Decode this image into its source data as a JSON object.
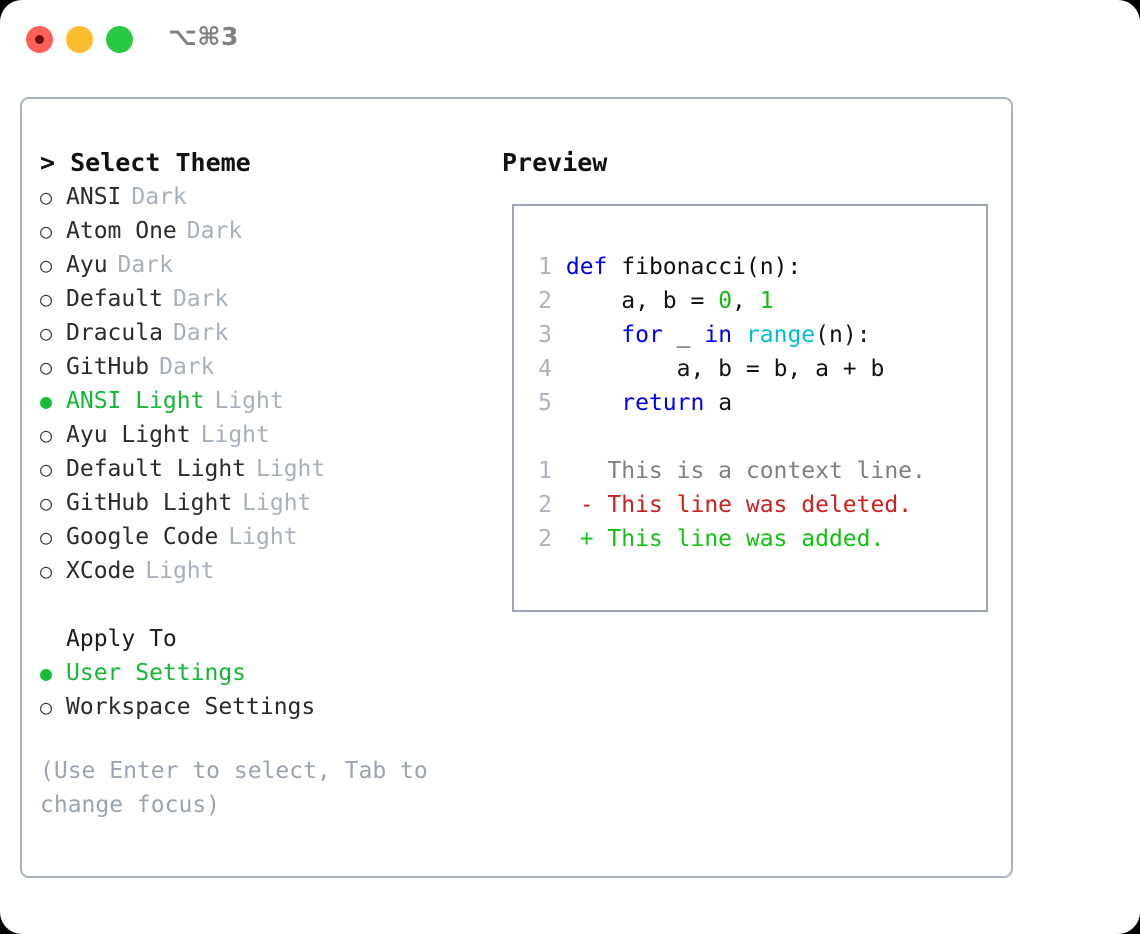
{
  "titlebar": {
    "shortcut": "⌥⌘3",
    "buttons": [
      {
        "name": "close",
        "color": "#fc6058"
      },
      {
        "name": "minimize",
        "color": "#fdbc2f"
      },
      {
        "name": "maximize",
        "color": "#27c940"
      }
    ]
  },
  "theme_picker": {
    "heading": "> Select Theme",
    "bullet_selected": "●",
    "bullet_unselected": "○",
    "items": [
      {
        "label": "ANSI",
        "kind": "Dark",
        "selected": false
      },
      {
        "label": "Atom One",
        "kind": "Dark",
        "selected": false
      },
      {
        "label": "Ayu",
        "kind": "Dark",
        "selected": false
      },
      {
        "label": "Default",
        "kind": "Dark",
        "selected": false
      },
      {
        "label": "Dracula",
        "kind": "Dark",
        "selected": false
      },
      {
        "label": "GitHub",
        "kind": "Dark",
        "selected": false
      },
      {
        "label": "ANSI Light",
        "kind": "Light",
        "selected": true
      },
      {
        "label": "Ayu Light",
        "kind": "Light",
        "selected": false
      },
      {
        "label": "Default Light",
        "kind": "Light",
        "selected": false
      },
      {
        "label": "GitHub Light",
        "kind": "Light",
        "selected": false
      },
      {
        "label": "Google Code",
        "kind": "Light",
        "selected": false
      },
      {
        "label": "XCode",
        "kind": "Light",
        "selected": false
      }
    ]
  },
  "apply_to": {
    "heading": "Apply To",
    "options": [
      {
        "label": "User Settings",
        "selected": true
      },
      {
        "label": "Workspace Settings",
        "selected": false
      }
    ]
  },
  "hint": "(Use Enter to select, Tab to change focus)",
  "preview": {
    "heading": "Preview",
    "code_lines": [
      {
        "num": "1",
        "tokens": [
          {
            "t": "def",
            "c": "kw"
          },
          {
            "t": " ",
            "c": "plain"
          },
          {
            "t": "fibonacci(n):",
            "c": "fn"
          }
        ]
      },
      {
        "num": "2",
        "tokens": [
          {
            "t": "    a, b = ",
            "c": "plain"
          },
          {
            "t": "0",
            "c": "num"
          },
          {
            "t": ", ",
            "c": "plain"
          },
          {
            "t": "1",
            "c": "num"
          }
        ]
      },
      {
        "num": "3",
        "tokens": [
          {
            "t": "    ",
            "c": "plain"
          },
          {
            "t": "for",
            "c": "kw"
          },
          {
            "t": " _ ",
            "c": "plain"
          },
          {
            "t": "in",
            "c": "kw"
          },
          {
            "t": " ",
            "c": "plain"
          },
          {
            "t": "range",
            "c": "builtin"
          },
          {
            "t": "(n):",
            "c": "plain"
          }
        ]
      },
      {
        "num": "4",
        "tokens": [
          {
            "t": "        a, b = b, a + b",
            "c": "plain"
          }
        ]
      },
      {
        "num": "5",
        "tokens": [
          {
            "t": "    ",
            "c": "plain"
          },
          {
            "t": "return",
            "c": "kw"
          },
          {
            "t": " a",
            "c": "plain"
          }
        ]
      }
    ],
    "diff_lines": [
      {
        "num": "1",
        "marker": " ",
        "text": "This is a context line.",
        "kind": "context"
      },
      {
        "num": "2",
        "marker": "-",
        "text": "This line was deleted.",
        "kind": "del"
      },
      {
        "num": "2",
        "marker": "+",
        "text": "This line was added.",
        "kind": "add"
      }
    ]
  },
  "colors": {
    "accent_green": "#16b637",
    "muted": "#a7b0bb",
    "hint": "#9aa4b1",
    "keyword_blue": "#0000ee",
    "builtin_cyan": "#00bcd0",
    "number_green": "#11bb11",
    "diff_add": "#13c013",
    "diff_del": "#cc1f1f",
    "panel_border": "#a8b3c0",
    "preview_border": "#9aa6b4"
  }
}
